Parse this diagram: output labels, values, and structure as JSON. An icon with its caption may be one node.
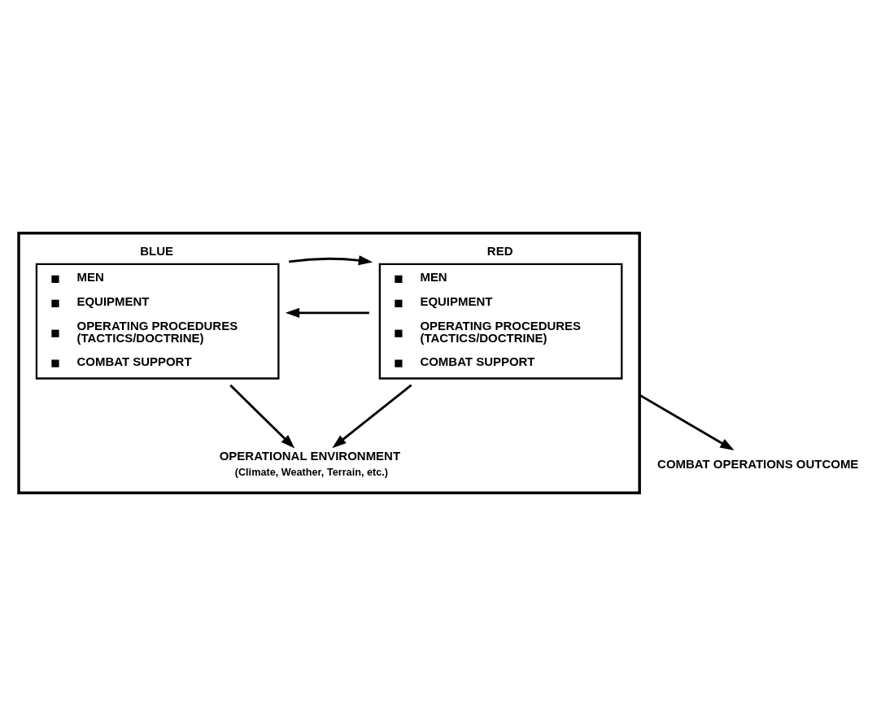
{
  "diagram": {
    "nodes": [
      {
        "text": [],
        "shape": "box"
      },
      {
        "text": [
          "RED",
          "MEN",
          "EQUIPMENT",
          "OPERATING PROCEDURES (TACTICS/DOCTRINE)",
          "COMBAT SUPPORT"
        ],
        "in": 0
      },
      {
        "text": [
          "BLUE",
          "MEN",
          "EQUIPMENT",
          "OPERATING PROCEDURES (TACTICS/DOCTRINE)",
          "COMBAT SUPPORT"
        ],
        "in": 0
      },
      {
        "text": [
          "OPERATIONAL ENVIRONMENT",
          "(Climate, Weather, Terrain, etc.)"
        ],
        "in": 0
      },
      {
        "text": [
          "COMBAT OPERATIONS OUTCOME"
        ]
      }
    ],
    "edges": [
      {
        "from": 1,
        "to": 2,
        "arrow": "to"
      },
      {
        "from": 2,
        "to": 1,
        "arrow": "to"
      },
      {
        "from": 1,
        "to": 3,
        "arrow": "to"
      },
      {
        "from": 2,
        "to": 3,
        "arrow": "to"
      },
      {
        "from": 0,
        "to": 4,
        "arrow": "to"
      }
    ]
  }
}
